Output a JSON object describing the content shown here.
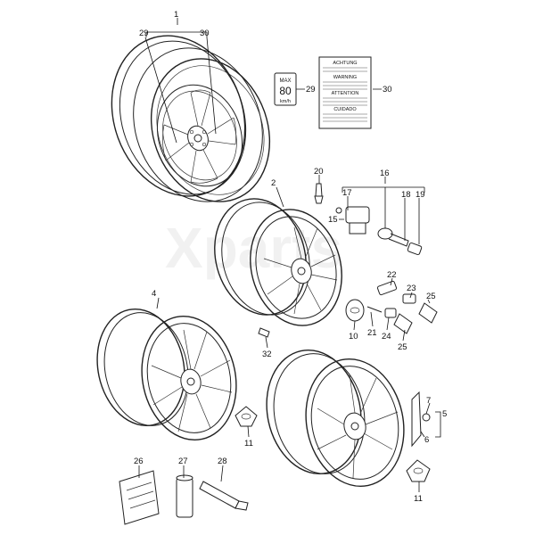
{
  "watermark": "Xparts",
  "speed_sticker": {
    "top": "MAX",
    "value": "80",
    "unit": "km/h"
  },
  "warning_label": {
    "headings": [
      "ACHTUNG",
      "WARNING",
      "ATTENTION",
      "CUIDADO"
    ]
  },
  "callouts": {
    "c1": "1",
    "c29a": "29",
    "c30a": "30",
    "c29b": "29",
    "c30b": "30",
    "c2": "2",
    "c20": "20",
    "c16": "16",
    "c17": "17",
    "c18": "18",
    "c19": "19",
    "c15": "15",
    "c22": "22",
    "c23": "23",
    "c25a": "25",
    "c10": "10",
    "c21": "21",
    "c24": "24",
    "c25b": "25",
    "c32": "32",
    "c4": "4",
    "c7": "7",
    "c5": "5",
    "c6": "6",
    "c11a": "11",
    "c11b": "11",
    "c26": "26",
    "c27": "27",
    "c28": "28"
  }
}
